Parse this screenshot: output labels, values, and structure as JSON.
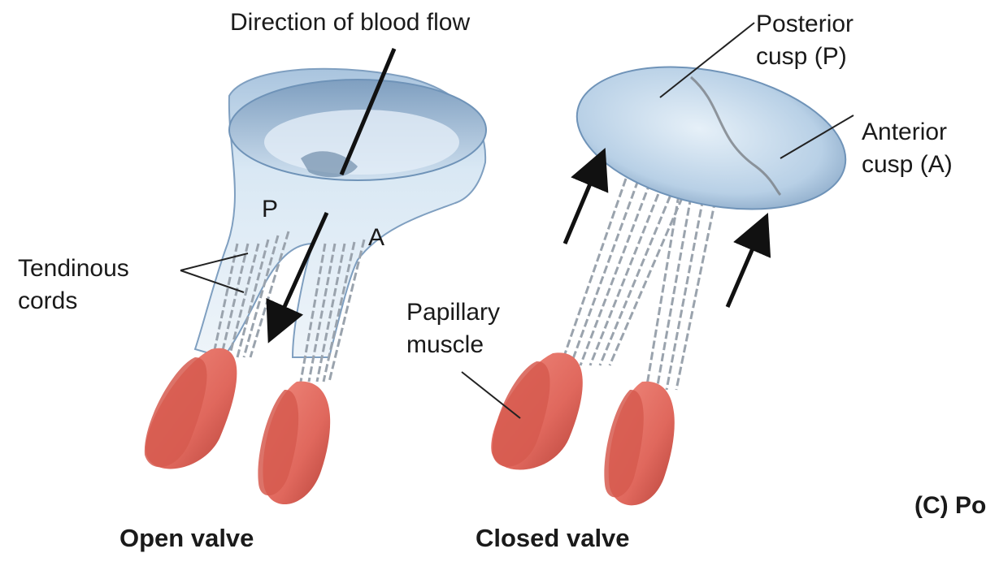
{
  "labels": {
    "direction_of_blood_flow": "Direction of blood flow",
    "posterior_cusp_line1": "Posterior",
    "posterior_cusp_line2": "cusp (P)",
    "anterior_cusp_line1": "Anterior",
    "anterior_cusp_line2": "cusp (A)",
    "cusp_p": "P",
    "cusp_a": "A",
    "tendinous_line1": "Tendinous",
    "tendinous_line2": "cords",
    "papillary_line1": "Papillary",
    "papillary_line2": "muscle",
    "open_valve": "Open valve",
    "closed_valve": "Closed valve",
    "panel_c": "(C) Po"
  },
  "colors": {
    "cusp_light": "#dbe9f5",
    "cusp_mid": "#a9c4de",
    "cusp_dark": "#6f93b8",
    "cord": "#9aa3ad",
    "muscle": "#e0685d",
    "muscle_dark": "#b8443b",
    "arrow": "#111111",
    "leader": "#222222"
  }
}
